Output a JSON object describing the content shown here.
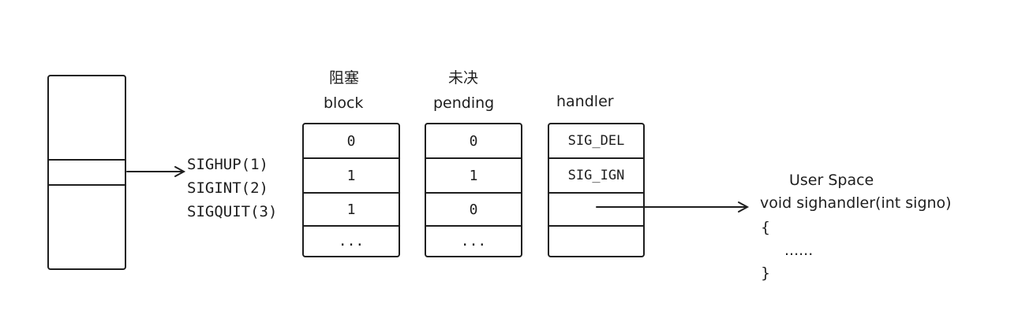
{
  "colors": {
    "stroke": "#1e1e1e",
    "background": "#ffffff"
  },
  "signals": [
    "SIGHUP(1)",
    "SIGINT(2)",
    "SIGQUIT(3)"
  ],
  "block": {
    "cn_label": "阻塞",
    "label": "block",
    "values": [
      "0",
      "1",
      "1",
      "..."
    ]
  },
  "pending": {
    "cn_label": "未决",
    "label": "pending",
    "values": [
      "0",
      "1",
      "0",
      "..."
    ]
  },
  "handler": {
    "label": "handler",
    "values": [
      "SIG_DEL",
      "SIG_IGN",
      "",
      ""
    ]
  },
  "user_space": {
    "title": "User Space",
    "signature": "void sighandler(int signo)",
    "open_brace": "{",
    "body": "......",
    "close_brace": "}"
  }
}
